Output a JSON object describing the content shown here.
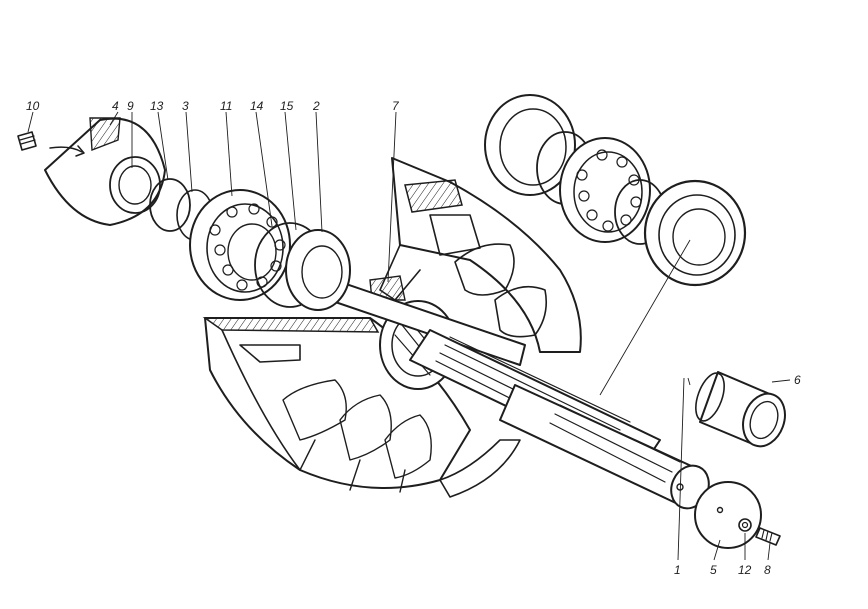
{
  "drawing": {
    "callouts": [
      {
        "id": "c10",
        "text": "10"
      },
      {
        "id": "c4",
        "text": "4"
      },
      {
        "id": "c9",
        "text": "9"
      },
      {
        "id": "c13",
        "text": "13"
      },
      {
        "id": "c3",
        "text": "3"
      },
      {
        "id": "c11",
        "text": "11"
      },
      {
        "id": "c14",
        "text": "14"
      },
      {
        "id": "c15",
        "text": "15"
      },
      {
        "id": "c2",
        "text": "2"
      },
      {
        "id": "c7",
        "text": "7"
      },
      {
        "id": "c6",
        "text": "6"
      },
      {
        "id": "c1",
        "text": "1"
      },
      {
        "id": "c5",
        "text": "5"
      },
      {
        "id": "c12",
        "text": "12"
      },
      {
        "id": "c8",
        "text": "8"
      }
    ]
  }
}
